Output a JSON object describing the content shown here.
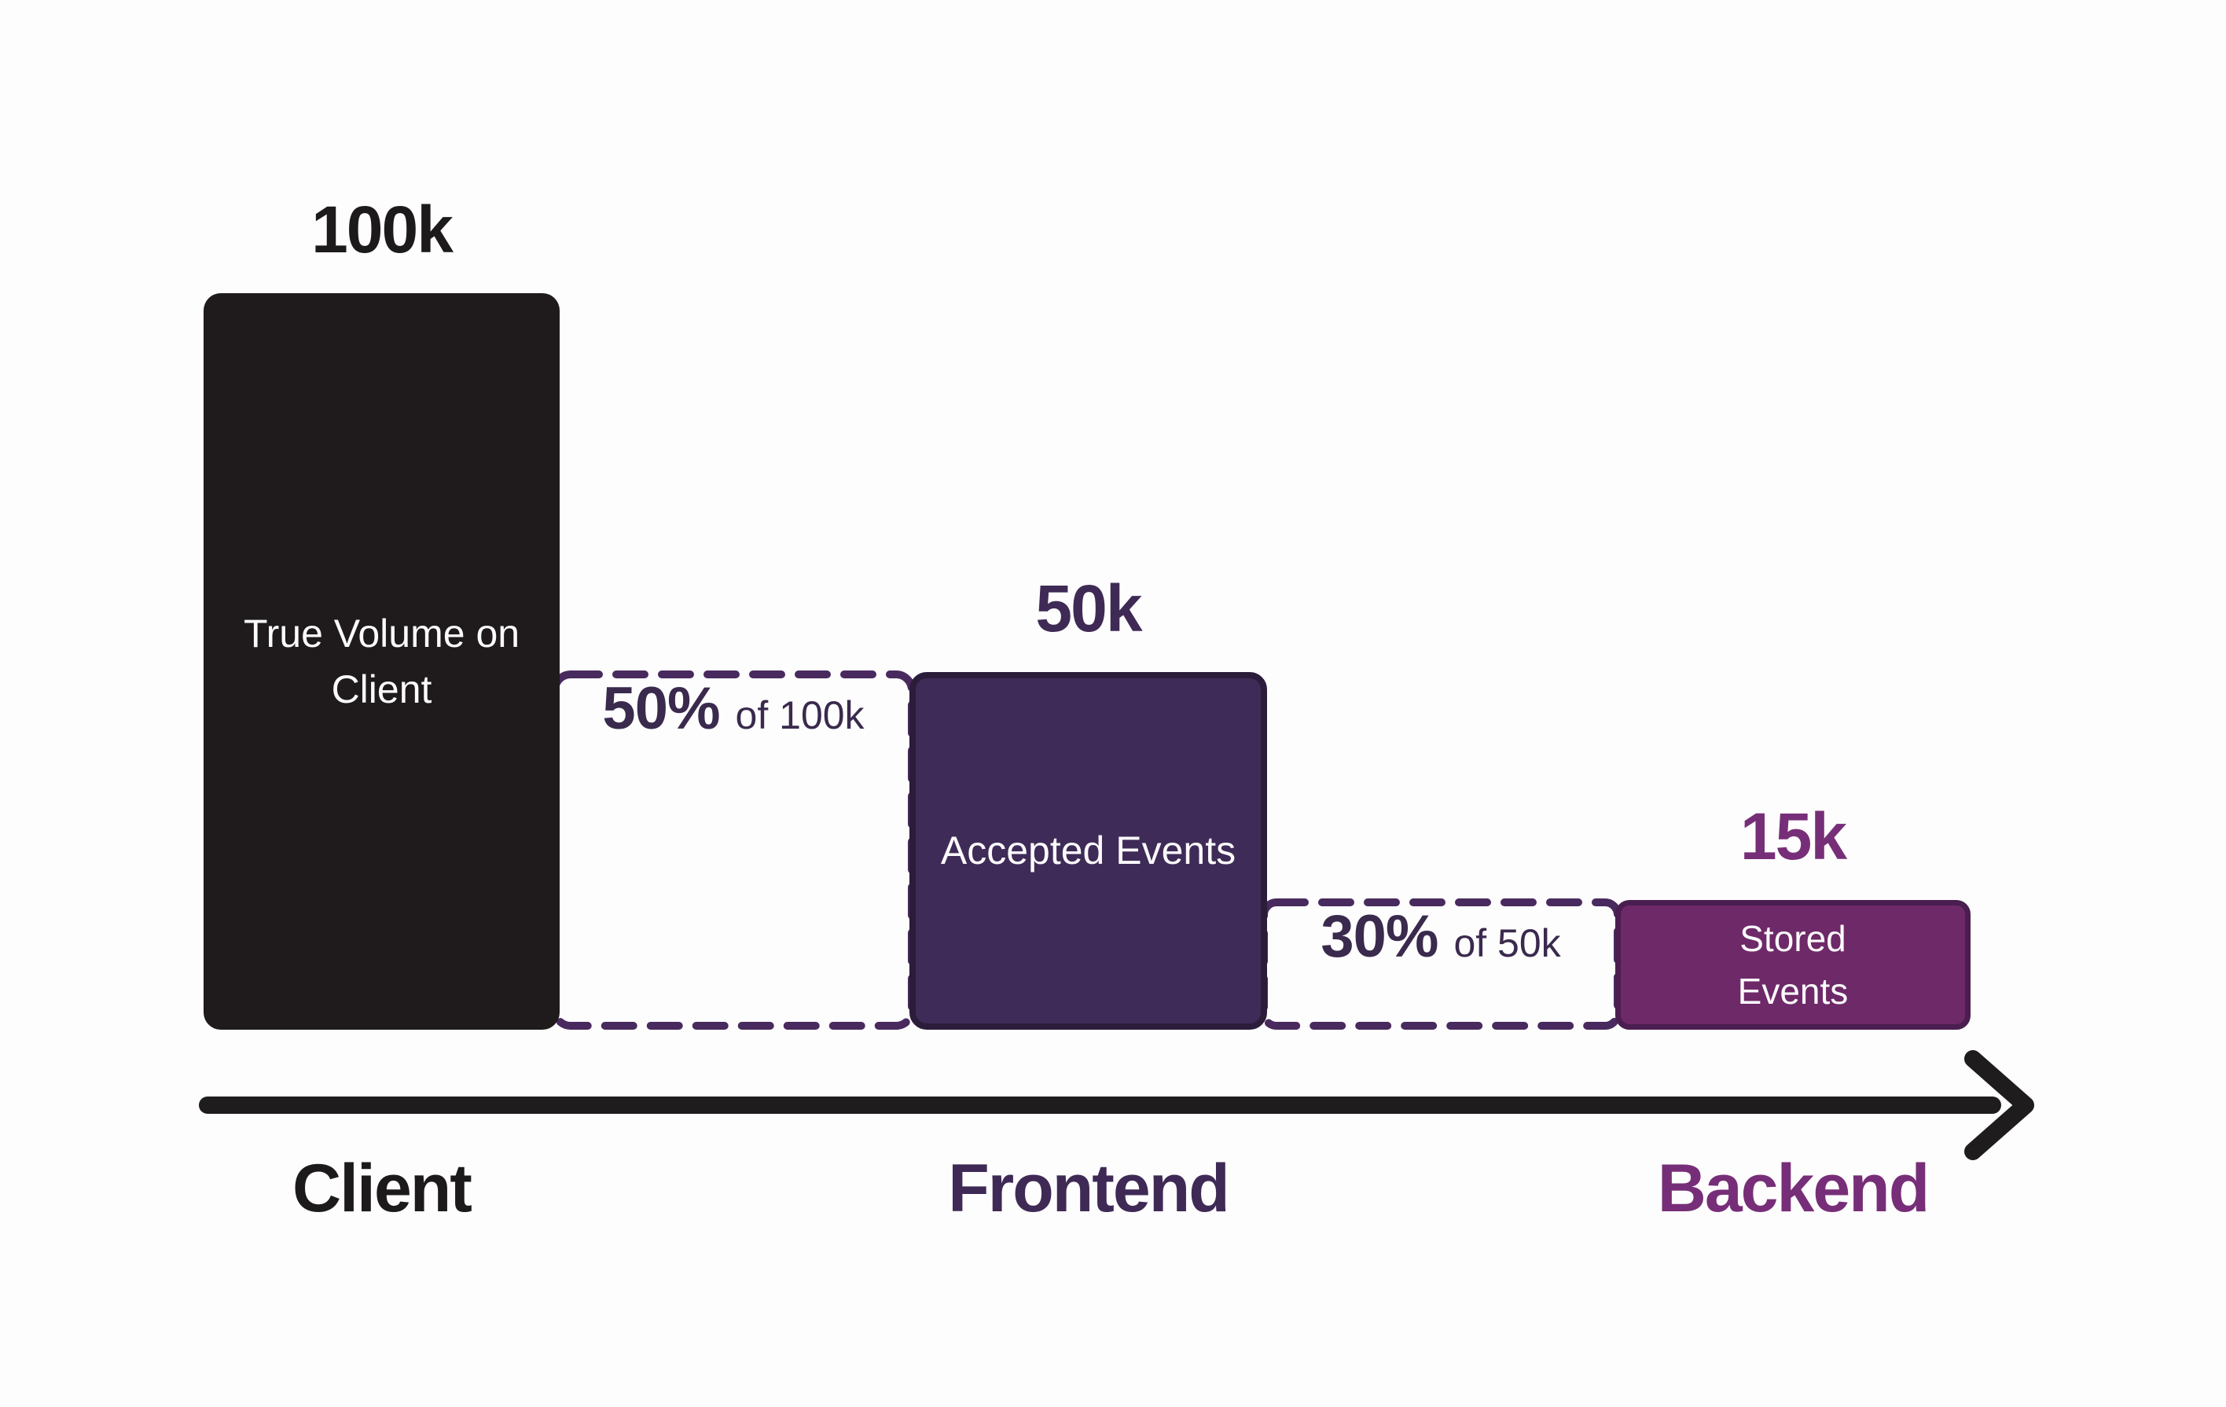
{
  "chart_data": {
    "type": "bar",
    "subtype": "funnel-flow",
    "categories": [
      "Client",
      "Frontend",
      "Backend"
    ],
    "series": [
      {
        "name": "Events",
        "values": [
          100000,
          50000,
          15000
        ]
      }
    ],
    "value_labels": [
      "100k",
      "50k",
      "15k"
    ],
    "bar_labels": [
      "True Volume on Client",
      "Accepted Events",
      "Stored Events"
    ],
    "annotations": [
      "50% of 100k",
      "30% of 50k"
    ],
    "title": "",
    "xlabel": "",
    "ylabel": "",
    "grid": false,
    "legend": false,
    "axis_style": "horizontal flow arrow from Client to Backend"
  },
  "stages": [
    {
      "category": "Client",
      "value_label": "100k",
      "bar_label": "True Volume on Client",
      "bar_color": "#1f1b1c",
      "text_color": "#1d1a1b"
    },
    {
      "category": "Frontend",
      "value_label": "50k",
      "bar_label": "Accepted Events",
      "bar_color": "#3f2b57",
      "text_color": "#3f2a56"
    },
    {
      "category": "Backend",
      "value_label": "15k",
      "bar_label": "Stored Events",
      "bar_color": "#6e2968",
      "text_color": "#772e78"
    }
  ],
  "drops": [
    {
      "pct": "50%",
      "of": "of 100k"
    },
    {
      "pct": "30%",
      "of": "of 50k"
    }
  ],
  "colors": {
    "background": "#fdfdfd",
    "near_black": "#1f1b1c",
    "dark_purple_fill": "#3f2b57",
    "dark_purple_border": "#2b1d3a",
    "magenta_fill": "#6e2968",
    "magenta_border": "#4a1e50",
    "magenta_text": "#772e78",
    "dash_stroke": "#482a5e",
    "annotation_text": "#3a2a4d",
    "white_text": "#fbfafc",
    "arrow": "#1f1c1d"
  }
}
